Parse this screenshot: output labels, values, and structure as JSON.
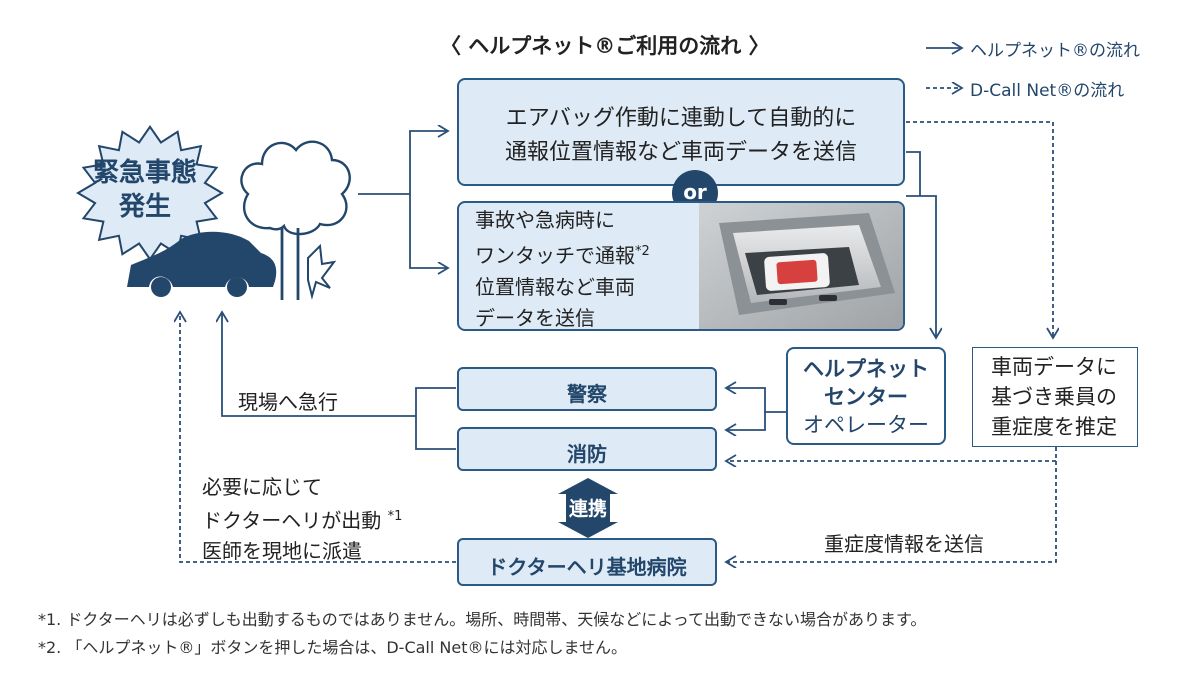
{
  "title": "〈 ヘルプネット®ご利用の流れ 〉",
  "legend": {
    "solid": "ヘルプネット®の流れ",
    "dashed": "D-Call Net®の流れ"
  },
  "emergency": {
    "line1": "緊急事態",
    "line2": "発生"
  },
  "airbag": {
    "line1": "エアバッグ作動に連動して自動的に",
    "line2": "通報位置情報など車両データを送信"
  },
  "or_label": "or",
  "onetouch": {
    "line1": "事故や急病時に",
    "line2": "ワンタッチで通報",
    "line2_sup": "*2",
    "line3": "位置情報など車両",
    "line4": "データを送信"
  },
  "center": {
    "line1": "ヘルプネット",
    "line2": "センター",
    "line3": "オペレーター"
  },
  "estimate": {
    "line1": "車両データに",
    "line2": "基づき乗員の",
    "line3": "重症度を推定"
  },
  "police": "警察",
  "fire": "消防",
  "rush": "現場へ急行",
  "cooperation": "連携",
  "helicopter_hospital": "ドクターヘリ基地病院",
  "send_severity": "重症度情報を送信",
  "heli_note": {
    "line1": "必要に応じて",
    "line2": "ドクターヘリが出動",
    "line2_sup": "*1",
    "line3": "医師を現地に派遣"
  },
  "footnotes": {
    "n1": "*1. ドクターヘリは必ずしも出動するものではありません。場所、時間帯、天候などによって出動できない場合があります。",
    "n2": "*2. 「ヘルプネット®」ボタンを押した場合は、D-Call Net®には対応しません。"
  },
  "colors": {
    "navy": "#23466b",
    "box_fill": "#deebf6",
    "box_border": "#2a5a86"
  }
}
